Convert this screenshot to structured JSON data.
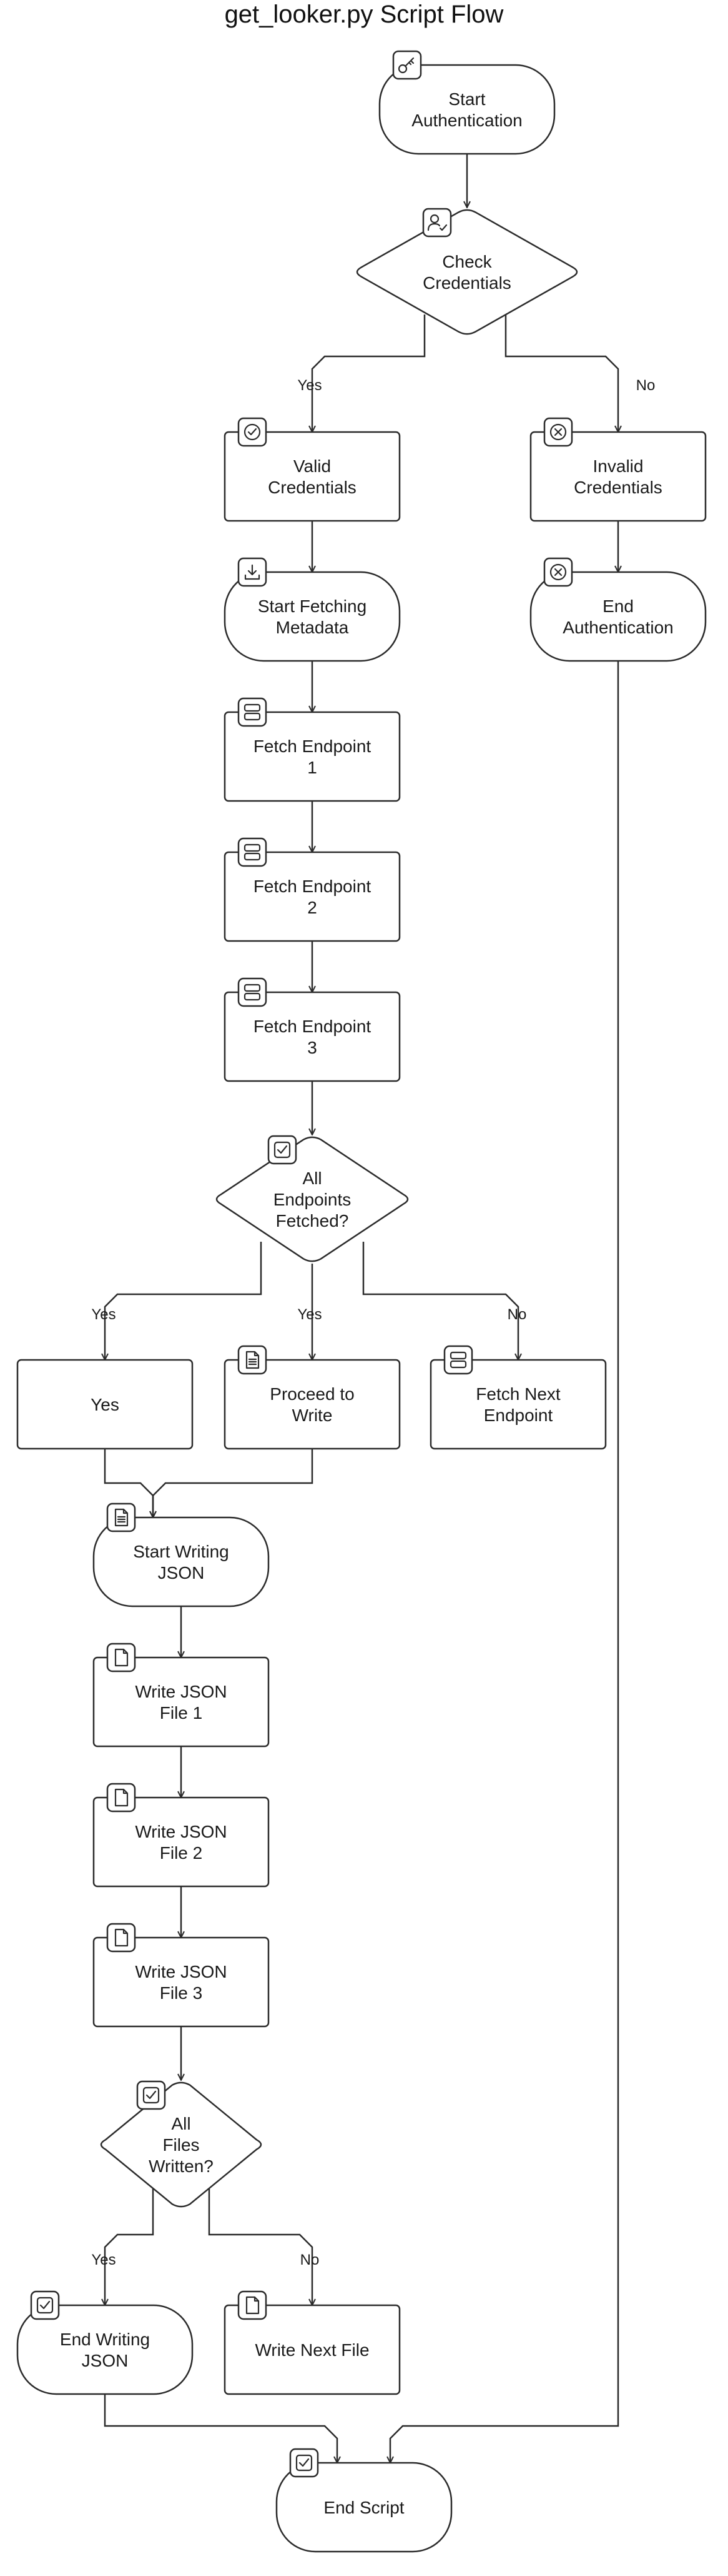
{
  "title": "get_looker.py Script Flow",
  "nodes": {
    "start_auth": {
      "lines": [
        "Start",
        "Authentication"
      ],
      "shape": "terminal",
      "icon": "key-icon"
    },
    "check_creds": {
      "lines": [
        "Check",
        "Credentials"
      ],
      "shape": "decision",
      "icon": "user-check-icon"
    },
    "valid_creds": {
      "lines": [
        "Valid",
        "Credentials"
      ],
      "shape": "process",
      "icon": "check-circle-icon"
    },
    "invalid_creds": {
      "lines": [
        "Invalid",
        "Credentials"
      ],
      "shape": "process",
      "icon": "x-circle-icon"
    },
    "start_fetch": {
      "lines": [
        "Start Fetching",
        "Metadata"
      ],
      "shape": "terminal",
      "icon": "download-icon"
    },
    "end_auth": {
      "lines": [
        "End",
        "Authentication"
      ],
      "shape": "terminal",
      "icon": "x-circle-icon"
    },
    "fetch1": {
      "lines": [
        "Fetch Endpoint",
        "1"
      ],
      "shape": "process",
      "icon": "server-icon"
    },
    "fetch2": {
      "lines": [
        "Fetch Endpoint",
        "2"
      ],
      "shape": "process",
      "icon": "server-icon"
    },
    "fetch3": {
      "lines": [
        "Fetch Endpoint",
        "3"
      ],
      "shape": "process",
      "icon": "server-icon"
    },
    "all_fetched": {
      "lines": [
        "All",
        "Endpoints",
        "Fetched?"
      ],
      "shape": "decision",
      "icon": "check-square-icon"
    },
    "yes_box": {
      "lines": [
        "Yes"
      ],
      "shape": "process",
      "icon": ""
    },
    "proceed": {
      "lines": [
        "Proceed to",
        "Write"
      ],
      "shape": "process",
      "icon": "file-text-icon"
    },
    "fetch_next": {
      "lines": [
        "Fetch Next",
        "Endpoint"
      ],
      "shape": "process",
      "icon": "server-icon"
    },
    "start_write": {
      "lines": [
        "Start Writing",
        "JSON"
      ],
      "shape": "terminal",
      "icon": "file-text-icon"
    },
    "write1": {
      "lines": [
        "Write JSON",
        "File 1"
      ],
      "shape": "process",
      "icon": "file-icon"
    },
    "write2": {
      "lines": [
        "Write JSON",
        "File 2"
      ],
      "shape": "process",
      "icon": "file-icon"
    },
    "write3": {
      "lines": [
        "Write JSON",
        "File 3"
      ],
      "shape": "process",
      "icon": "file-icon"
    },
    "all_written": {
      "lines": [
        "All",
        "Files",
        "Written?"
      ],
      "shape": "decision",
      "icon": "check-square-icon"
    },
    "end_write": {
      "lines": [
        "End Writing",
        "JSON"
      ],
      "shape": "terminal",
      "icon": "check-square-icon"
    },
    "write_next": {
      "lines": [
        "Write Next File"
      ],
      "shape": "process",
      "icon": "file-icon"
    },
    "end_script": {
      "lines": [
        "End Script"
      ],
      "shape": "terminal",
      "icon": "check-square-icon"
    }
  },
  "edges": [
    {
      "from": "start_auth",
      "to": "check_creds",
      "label": ""
    },
    {
      "from": "check_creds",
      "to": "valid_creds",
      "label": "Yes"
    },
    {
      "from": "check_creds",
      "to": "invalid_creds",
      "label": "No"
    },
    {
      "from": "valid_creds",
      "to": "start_fetch",
      "label": ""
    },
    {
      "from": "invalid_creds",
      "to": "end_auth",
      "label": ""
    },
    {
      "from": "start_fetch",
      "to": "fetch1",
      "label": ""
    },
    {
      "from": "fetch1",
      "to": "fetch2",
      "label": ""
    },
    {
      "from": "fetch2",
      "to": "fetch3",
      "label": ""
    },
    {
      "from": "fetch3",
      "to": "all_fetched",
      "label": ""
    },
    {
      "from": "all_fetched",
      "to": "yes_box",
      "label": "Yes"
    },
    {
      "from": "all_fetched",
      "to": "proceed",
      "label": "Yes"
    },
    {
      "from": "all_fetched",
      "to": "fetch_next",
      "label": "No"
    },
    {
      "from": "yes_box",
      "to": "start_write",
      "label": ""
    },
    {
      "from": "proceed",
      "to": "start_write",
      "label": ""
    },
    {
      "from": "start_write",
      "to": "write1",
      "label": ""
    },
    {
      "from": "write1",
      "to": "write2",
      "label": ""
    },
    {
      "from": "write2",
      "to": "write3",
      "label": ""
    },
    {
      "from": "write3",
      "to": "all_written",
      "label": ""
    },
    {
      "from": "all_written",
      "to": "end_write",
      "label": "Yes"
    },
    {
      "from": "all_written",
      "to": "write_next",
      "label": "No"
    },
    {
      "from": "end_write",
      "to": "end_script",
      "label": ""
    },
    {
      "from": "end_auth",
      "to": "end_script",
      "label": ""
    }
  ]
}
